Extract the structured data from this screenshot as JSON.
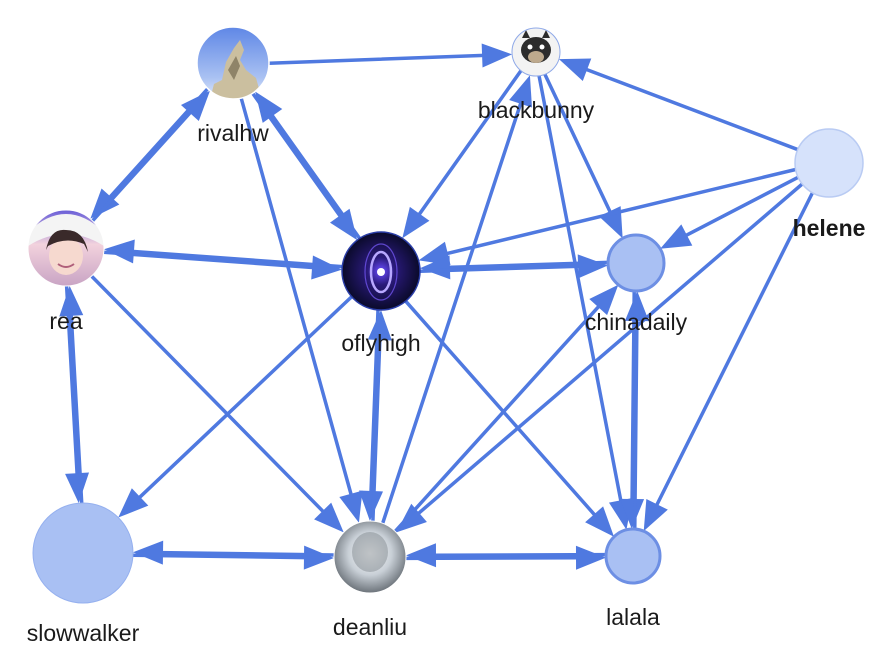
{
  "graph": {
    "colors": {
      "edge": "#4f79e0",
      "node_fill": "#a9c0f3",
      "node_fill_light": "#d6e2fb",
      "node_stroke": "#6d8fe4",
      "label": "#1a1a1a"
    },
    "nodes": [
      {
        "id": "rivalhw",
        "label": "rivalhw",
        "bold": false,
        "style": "avatar-statue-icon"
      },
      {
        "id": "blackbunny",
        "label": "blackbunny",
        "bold": false,
        "style": "avatar-dog-icon"
      },
      {
        "id": "helene",
        "label": "helene",
        "bold": true,
        "style": "plain-light"
      },
      {
        "id": "rea",
        "label": "rea",
        "bold": false,
        "style": "avatar-person-icon"
      },
      {
        "id": "oflyhigh",
        "label": "oflyhigh",
        "bold": false,
        "style": "avatar-vortex-icon"
      },
      {
        "id": "chinadaily",
        "label": "chinadaily",
        "bold": false,
        "style": "plain-outlined"
      },
      {
        "id": "slowwalker",
        "label": "slowwalker",
        "bold": false,
        "style": "plain"
      },
      {
        "id": "deanliu",
        "label": "deanliu",
        "bold": false,
        "style": "avatar-blur-icon"
      },
      {
        "id": "lalala",
        "label": "lalala",
        "bold": false,
        "style": "plain-outlined"
      }
    ],
    "edges": [
      {
        "from": "rivalhw",
        "to": "blackbunny"
      },
      {
        "from": "rivalhw",
        "to": "rea"
      },
      {
        "from": "rea",
        "to": "rivalhw"
      },
      {
        "from": "rivalhw",
        "to": "oflyhigh"
      },
      {
        "from": "oflyhigh",
        "to": "rivalhw"
      },
      {
        "from": "rivalhw",
        "to": "deanliu"
      },
      {
        "from": "rea",
        "to": "oflyhigh"
      },
      {
        "from": "oflyhigh",
        "to": "rea"
      },
      {
        "from": "rea",
        "to": "slowwalker"
      },
      {
        "from": "slowwalker",
        "to": "rea"
      },
      {
        "from": "rea",
        "to": "deanliu"
      },
      {
        "from": "blackbunny",
        "to": "oflyhigh"
      },
      {
        "from": "blackbunny",
        "to": "chinadaily"
      },
      {
        "from": "blackbunny",
        "to": "lalala"
      },
      {
        "from": "deanliu",
        "to": "blackbunny"
      },
      {
        "from": "helene",
        "to": "blackbunny"
      },
      {
        "from": "helene",
        "to": "chinadaily"
      },
      {
        "from": "helene",
        "to": "oflyhigh"
      },
      {
        "from": "helene",
        "to": "deanliu"
      },
      {
        "from": "helene",
        "to": "lalala"
      },
      {
        "from": "chinadaily",
        "to": "oflyhigh"
      },
      {
        "from": "oflyhigh",
        "to": "chinadaily"
      },
      {
        "from": "chinadaily",
        "to": "lalala"
      },
      {
        "from": "lalala",
        "to": "chinadaily"
      },
      {
        "from": "deanliu",
        "to": "chinadaily"
      },
      {
        "from": "oflyhigh",
        "to": "slowwalker"
      },
      {
        "from": "oflyhigh",
        "to": "deanliu"
      },
      {
        "from": "deanliu",
        "to": "oflyhigh"
      },
      {
        "from": "oflyhigh",
        "to": "lalala"
      },
      {
        "from": "slowwalker",
        "to": "deanliu"
      },
      {
        "from": "deanliu",
        "to": "slowwalker"
      },
      {
        "from": "deanliu",
        "to": "lalala"
      },
      {
        "from": "lalala",
        "to": "deanliu"
      }
    ]
  }
}
